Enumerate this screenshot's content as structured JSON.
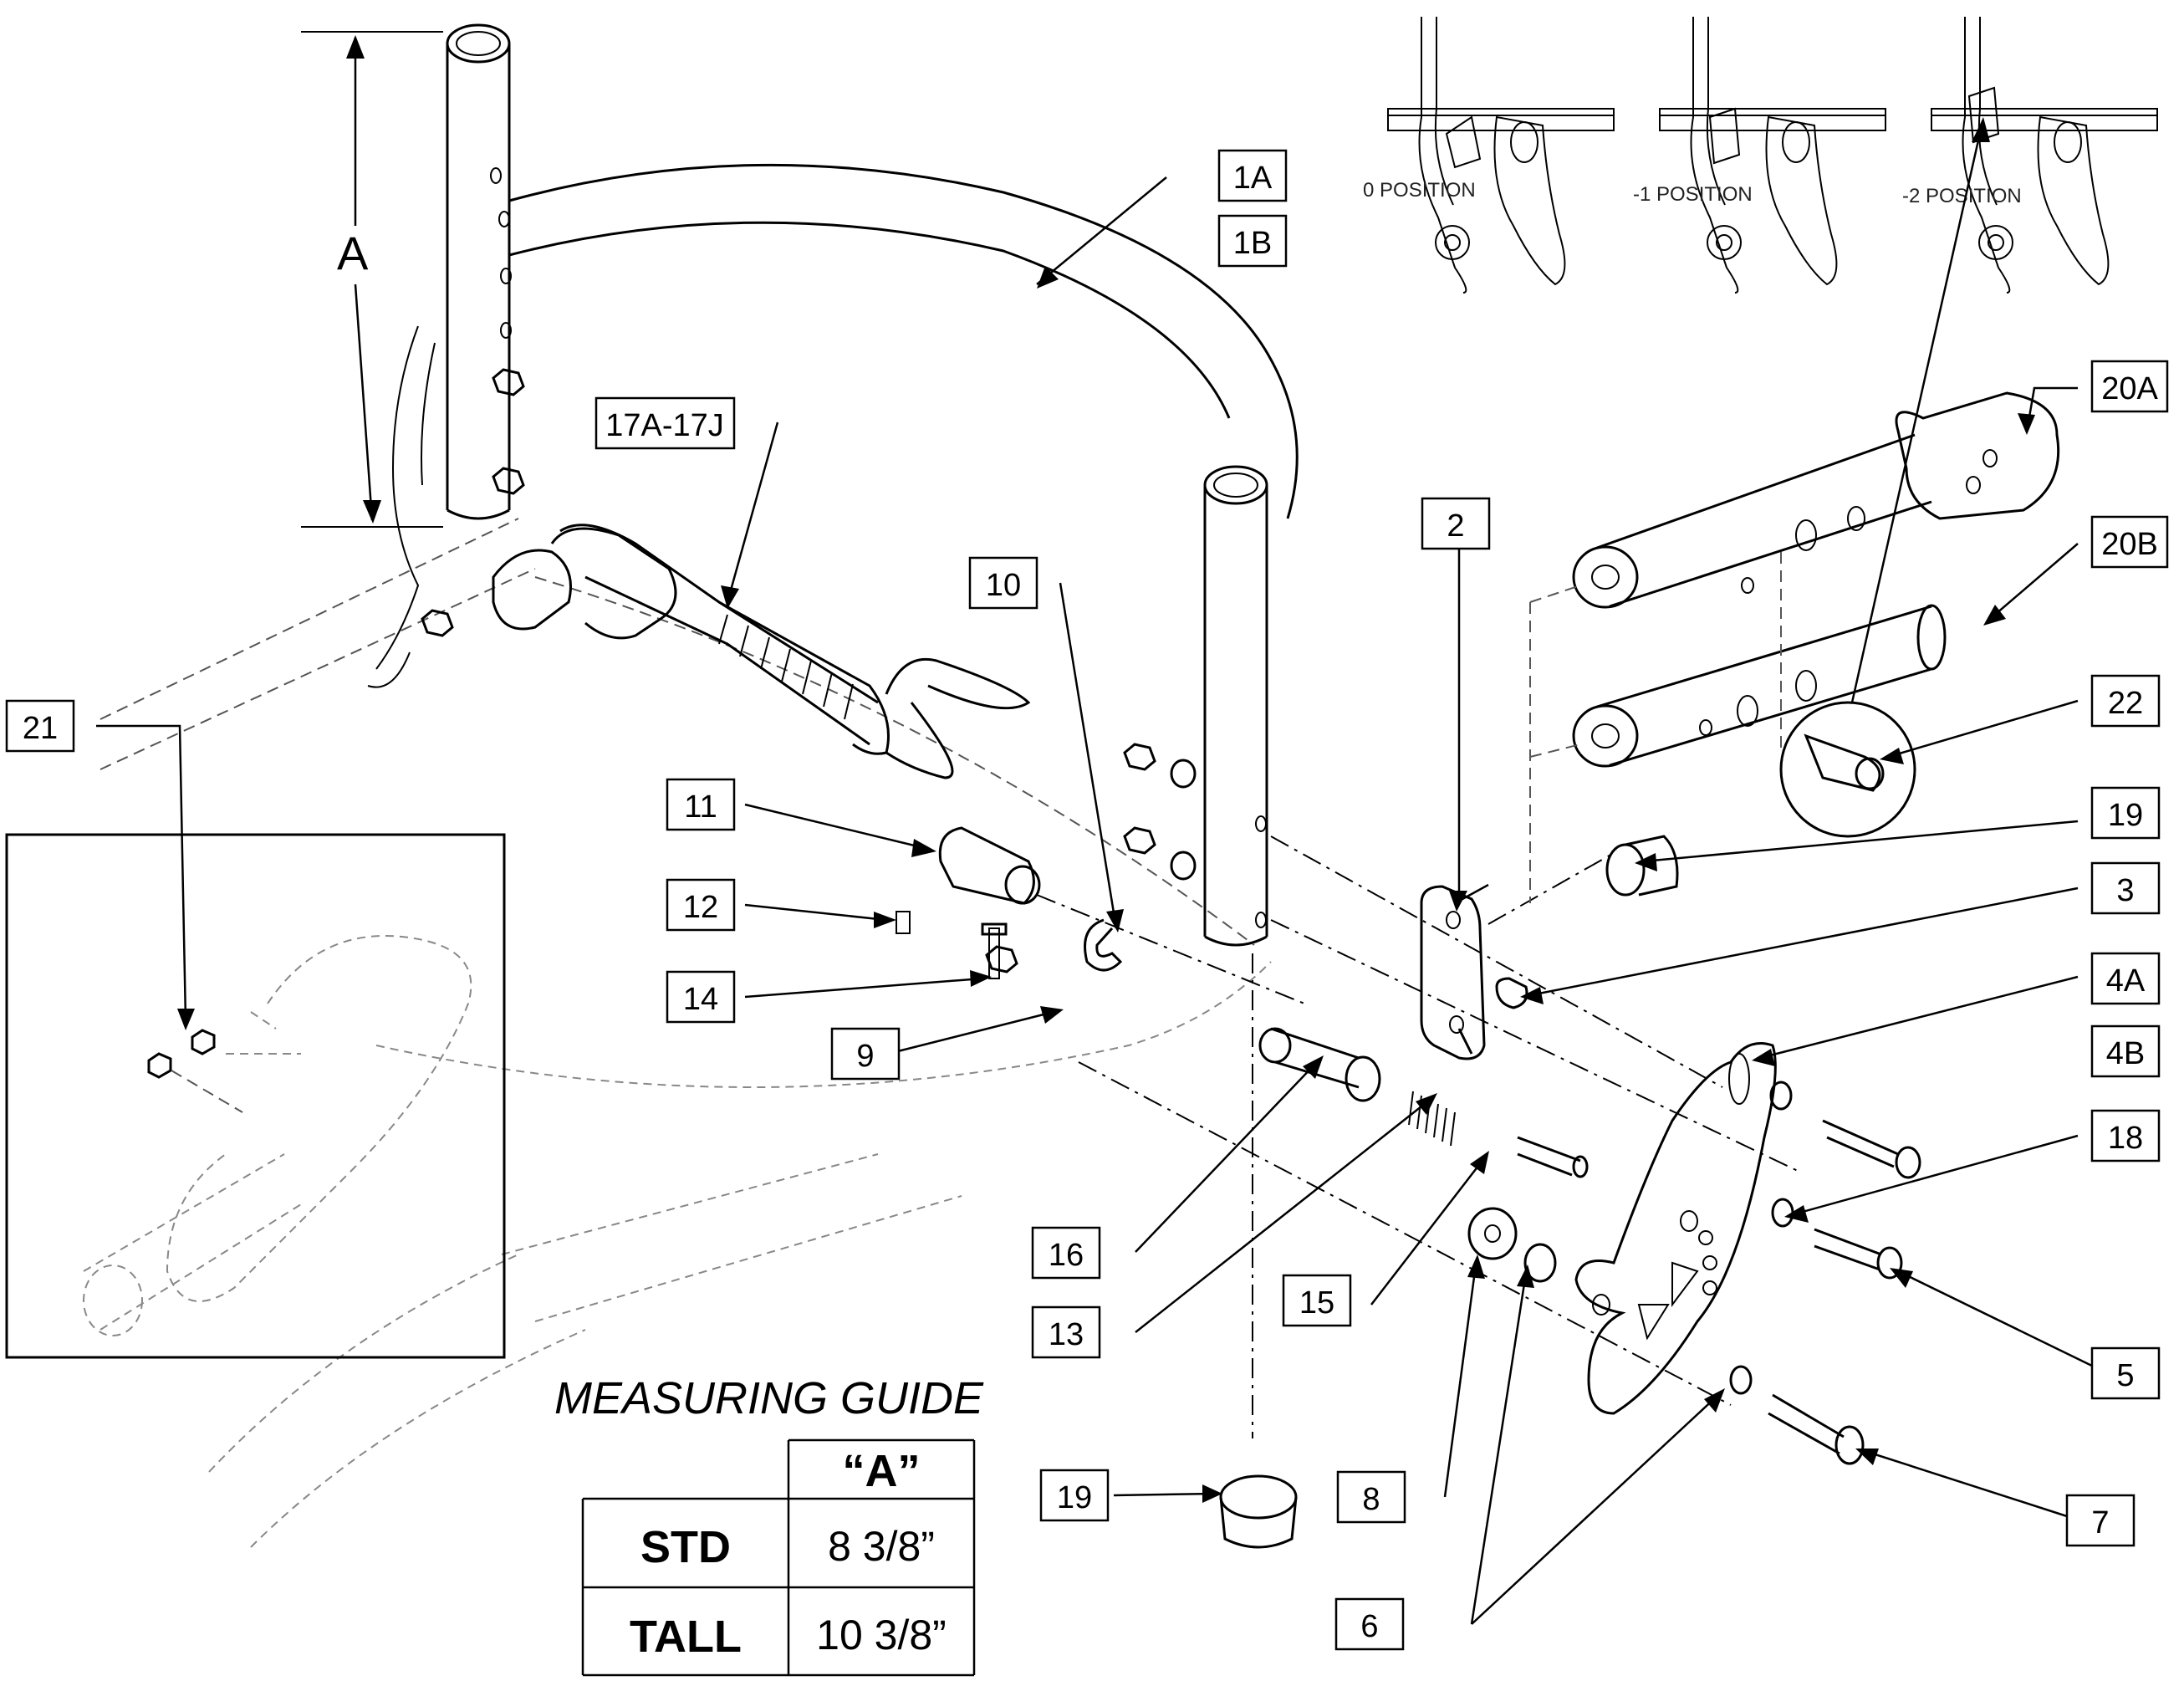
{
  "callouts": [
    {
      "id": "1A",
      "label": "1A"
    },
    {
      "id": "1B",
      "label": "1B"
    },
    {
      "id": "2",
      "label": "2"
    },
    {
      "id": "3",
      "label": "3"
    },
    {
      "id": "4A",
      "label": "4A"
    },
    {
      "id": "4B",
      "label": "4B"
    },
    {
      "id": "5",
      "label": "5"
    },
    {
      "id": "6",
      "label": "6"
    },
    {
      "id": "7",
      "label": "7"
    },
    {
      "id": "8",
      "label": "8"
    },
    {
      "id": "9",
      "label": "9"
    },
    {
      "id": "10",
      "label": "10"
    },
    {
      "id": "11",
      "label": "11"
    },
    {
      "id": "12",
      "label": "12"
    },
    {
      "id": "13",
      "label": "13"
    },
    {
      "id": "14",
      "label": "14"
    },
    {
      "id": "15",
      "label": "15"
    },
    {
      "id": "16",
      "label": "16"
    },
    {
      "id": "17A-17J",
      "label": "17A-17J"
    },
    {
      "id": "18",
      "label": "18"
    },
    {
      "id": "19a",
      "label": "19"
    },
    {
      "id": "19b",
      "label": "19"
    },
    {
      "id": "20A",
      "label": "20A"
    },
    {
      "id": "20B",
      "label": "20B"
    },
    {
      "id": "21",
      "label": "21"
    },
    {
      "id": "22",
      "label": "22"
    }
  ],
  "dimension_label": "A",
  "positions": [
    "0 POSITION",
    "-1 POSITION",
    "-2 POSITION"
  ],
  "measuring_guide": {
    "title": "MEASURING GUIDE",
    "column_header": "“A”",
    "rows": [
      {
        "label": "STD",
        "value": "8 3/8”"
      },
      {
        "label": "TALL",
        "value": "10 3/8”"
      }
    ]
  }
}
